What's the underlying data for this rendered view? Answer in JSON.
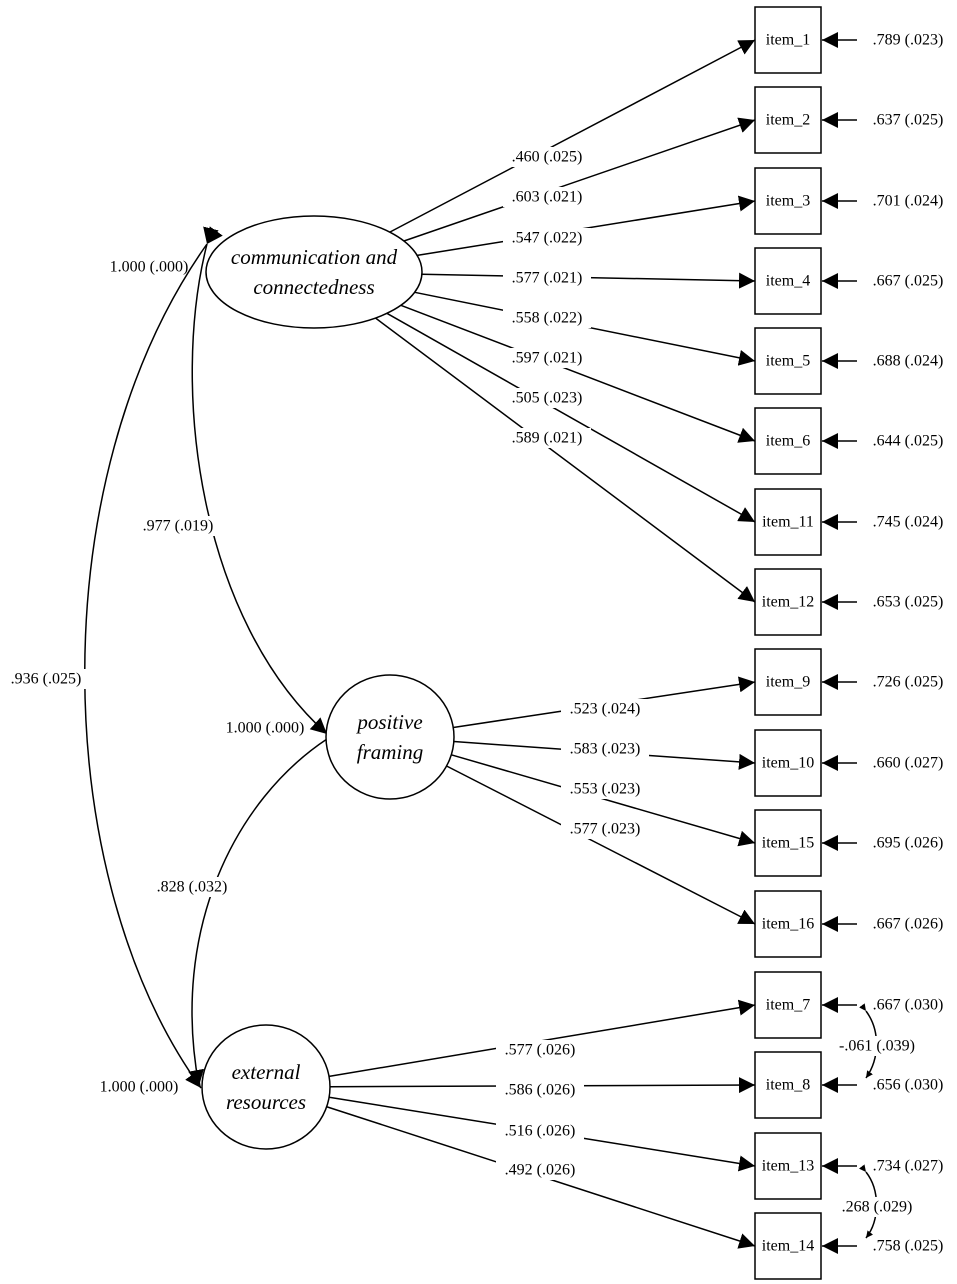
{
  "factors": [
    {
      "id": "comm",
      "lines": [
        "communication and",
        "connectedness"
      ],
      "variance": "1.000 (.000)"
    },
    {
      "id": "pos",
      "lines": [
        "positive",
        "framing"
      ],
      "variance": "1.000 (.000)"
    },
    {
      "id": "ext",
      "lines": [
        "external",
        "resources"
      ],
      "variance": "1.000 (.000)"
    }
  ],
  "items": [
    {
      "name": "item_1",
      "residual": ".789 (.023)"
    },
    {
      "name": "item_2",
      "residual": ".637 (.025)"
    },
    {
      "name": "item_3",
      "residual": ".701 (.024)"
    },
    {
      "name": "item_4",
      "residual": ".667 (.025)"
    },
    {
      "name": "item_5",
      "residual": ".688 (.024)"
    },
    {
      "name": "item_6",
      "residual": ".644 (.025)"
    },
    {
      "name": "item_11",
      "residual": ".745 (.024)"
    },
    {
      "name": "item_12",
      "residual": ".653 (.025)"
    },
    {
      "name": "item_9",
      "residual": ".726 (.025)"
    },
    {
      "name": "item_10",
      "residual": ".660 (.027)"
    },
    {
      "name": "item_15",
      "residual": ".695 (.026)"
    },
    {
      "name": "item_16",
      "residual": ".667 (.026)"
    },
    {
      "name": "item_7",
      "residual": ".667 (.030)"
    },
    {
      "name": "item_8",
      "residual": ".656 (.030)"
    },
    {
      "name": "item_13",
      "residual": ".734 (.027)"
    },
    {
      "name": "item_14",
      "residual": ".758 (.025)"
    }
  ],
  "loadings": [
    {
      "from": "comm",
      "to": "item_1",
      "label": ".460 (.025)"
    },
    {
      "from": "comm",
      "to": "item_2",
      "label": ".603 (.021)"
    },
    {
      "from": "comm",
      "to": "item_3",
      "label": ".547 (.022)"
    },
    {
      "from": "comm",
      "to": "item_4",
      "label": ".577 (.021)"
    },
    {
      "from": "comm",
      "to": "item_5",
      "label": ".558 (.022)"
    },
    {
      "from": "comm",
      "to": "item_6",
      "label": ".597 (.021)"
    },
    {
      "from": "comm",
      "to": "item_11",
      "label": ".505 (.023)"
    },
    {
      "from": "comm",
      "to": "item_12",
      "label": ".589 (.021)"
    },
    {
      "from": "pos",
      "to": "item_9",
      "label": ".523 (.024)"
    },
    {
      "from": "pos",
      "to": "item_10",
      "label": ".583 (.023)"
    },
    {
      "from": "pos",
      "to": "item_15",
      "label": ".553 (.023)"
    },
    {
      "from": "pos",
      "to": "item_16",
      "label": ".577 (.023)"
    },
    {
      "from": "ext",
      "to": "item_7",
      "label": ".577 (.026)"
    },
    {
      "from": "ext",
      "to": "item_8",
      "label": ".586 (.026)"
    },
    {
      "from": "ext",
      "to": "item_13",
      "label": ".516 (.026)"
    },
    {
      "from": "ext",
      "to": "item_14",
      "label": ".492 (.026)"
    }
  ],
  "factor_correlations": [
    {
      "between": [
        "comm",
        "pos"
      ],
      "label": ".977 (.019)"
    },
    {
      "between": [
        "pos",
        "ext"
      ],
      "label": ".828 (.032)"
    },
    {
      "between": [
        "comm",
        "ext"
      ],
      "label": ".936 (.025)"
    }
  ],
  "residual_correlations": [
    {
      "between": [
        "item_7",
        "item_8"
      ],
      "label": "-.061 (.039)"
    },
    {
      "between": [
        "item_13",
        "item_14"
      ],
      "label": ".268 (.029)"
    }
  ]
}
